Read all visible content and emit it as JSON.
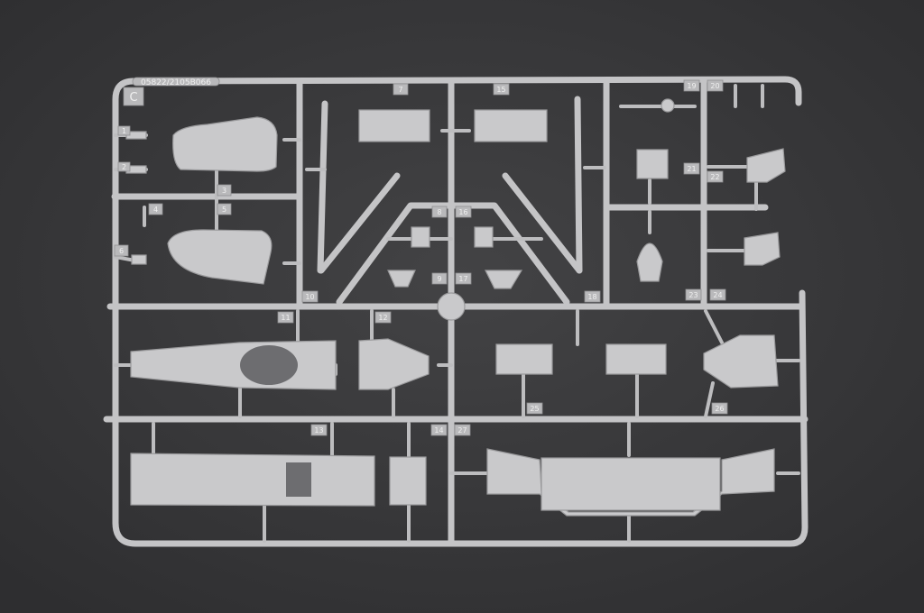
{
  "sprue": {
    "letter": "C",
    "code": "05822/2105B066",
    "part_numbers": [
      "1",
      "2",
      "3",
      "4",
      "5",
      "6",
      "7",
      "8",
      "9",
      "10",
      "11",
      "12",
      "13",
      "14",
      "15",
      "16",
      "17",
      "18",
      "19",
      "20",
      "21",
      "22",
      "23",
      "24",
      "25",
      "26",
      "27"
    ]
  },
  "colors": {
    "background": "#3a3a3c",
    "plastic": "#c9c9cb"
  }
}
